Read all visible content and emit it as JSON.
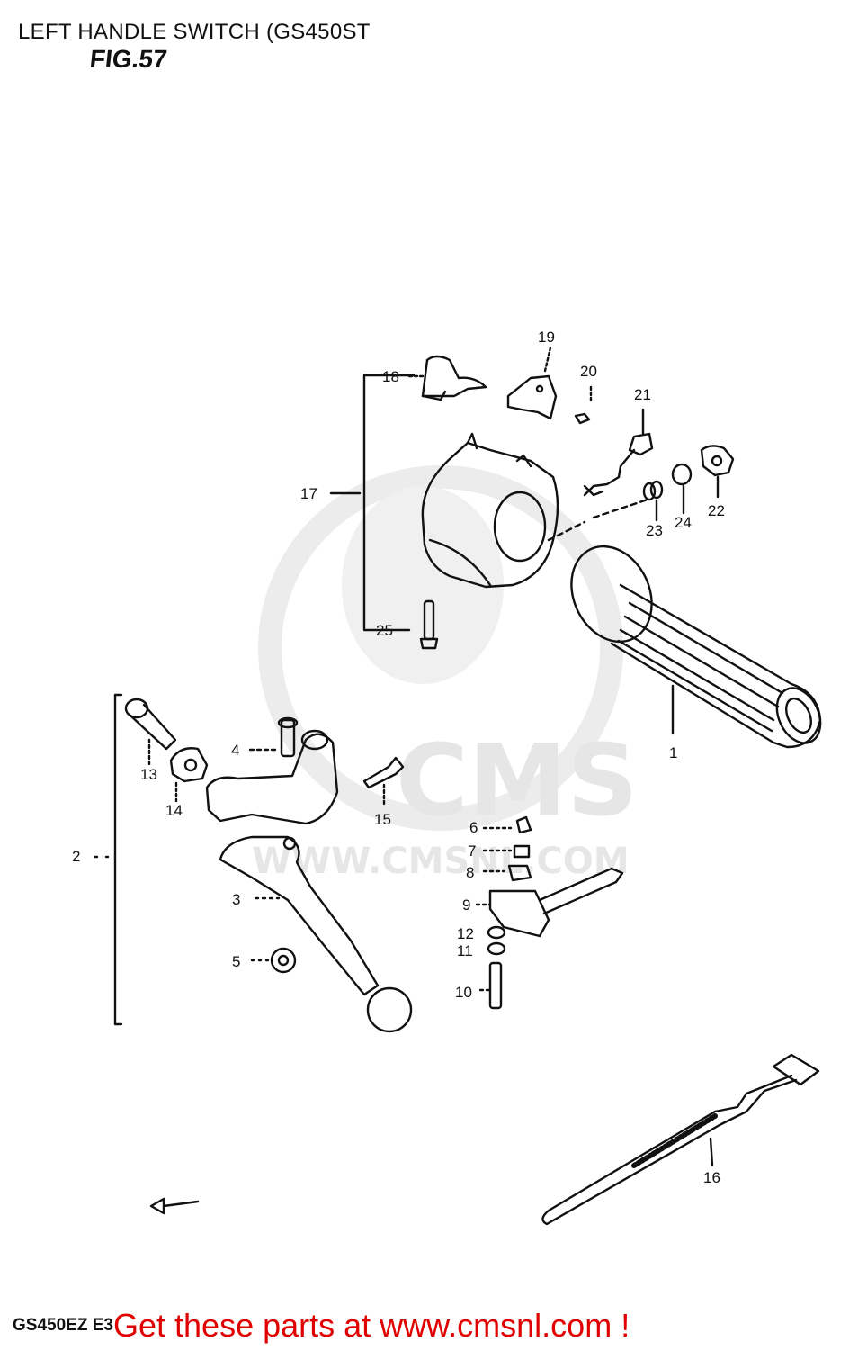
{
  "page": {
    "title": "LEFT HANDLE SWITCH (GS450ST",
    "fig_label": "FIG.57"
  },
  "watermark": {
    "brand": "CMS",
    "url": "WWW.CMSNL.COM"
  },
  "footer": {
    "model_code": "GS450EZ E3",
    "banner": "Get these parts at www.cmsnl.com !"
  },
  "callouts": {
    "c1": "1",
    "c2": "2",
    "c3": "3",
    "c4": "4",
    "c5": "5",
    "c6": "6",
    "c7": "7",
    "c8": "8",
    "c9": "9",
    "c10": "10",
    "c11": "11",
    "c12": "12",
    "c13": "13",
    "c14": "14",
    "c15": "15",
    "c16": "16",
    "c17": "17",
    "c18": "18",
    "c19": "19",
    "c20": "20",
    "c21": "21",
    "c22": "22",
    "c23": "23",
    "c24": "24",
    "c25": "25"
  },
  "colors": {
    "banner_red": "#e00000",
    "watermark_gray": "#e6e6e6",
    "ink": "#111111"
  }
}
